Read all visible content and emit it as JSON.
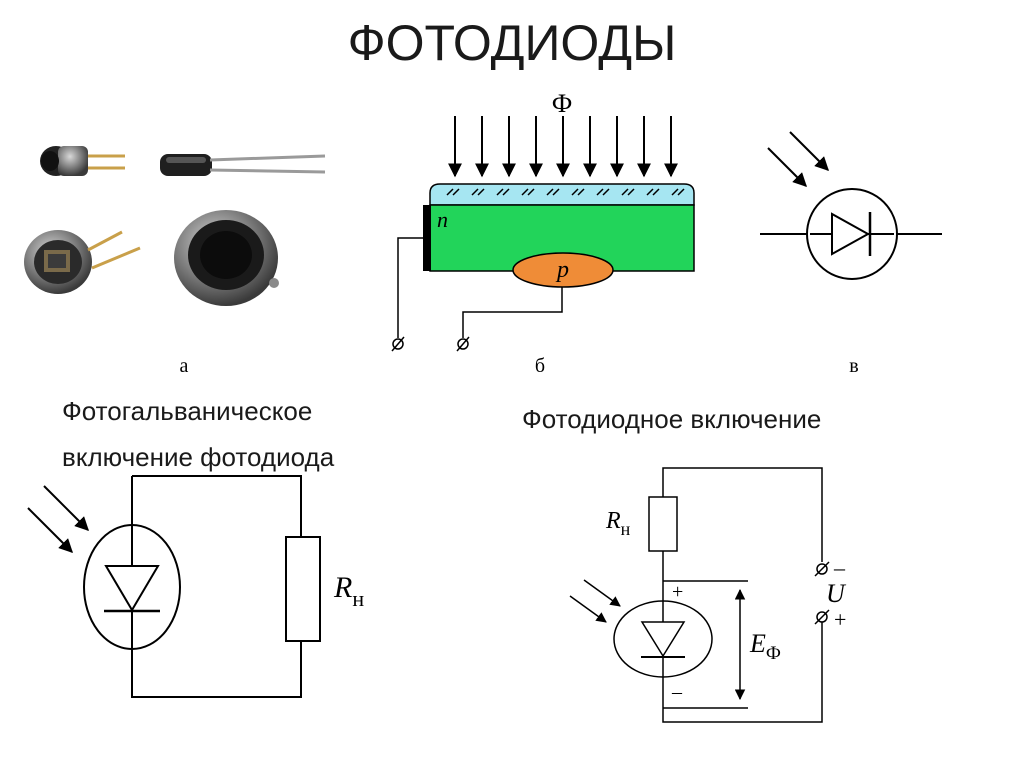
{
  "title": "ФОТОДИОДЫ",
  "panel_labels": {
    "a": "а",
    "b": "б",
    "v": "в"
  },
  "cross_section": {
    "flux_label": "Ф",
    "n_label": "n",
    "p_label": "p",
    "colors": {
      "window": "#a6e6f2",
      "n_region": "#22d45a",
      "p_region": "#ef8c37"
    }
  },
  "photogalvanic": {
    "caption_line1": "Фотогальваническое",
    "caption_line2": "включение фотодиода",
    "load_label_main": "R",
    "load_label_sub": "н"
  },
  "photodiode_mode": {
    "caption": "Фотодиодное включение",
    "load_label_main": "R",
    "load_label_sub": "н",
    "emf_label_main": "E",
    "emf_label_sub": "Ф",
    "voltage_label": "U",
    "minus_sign": "–",
    "plus_sign": "+"
  }
}
